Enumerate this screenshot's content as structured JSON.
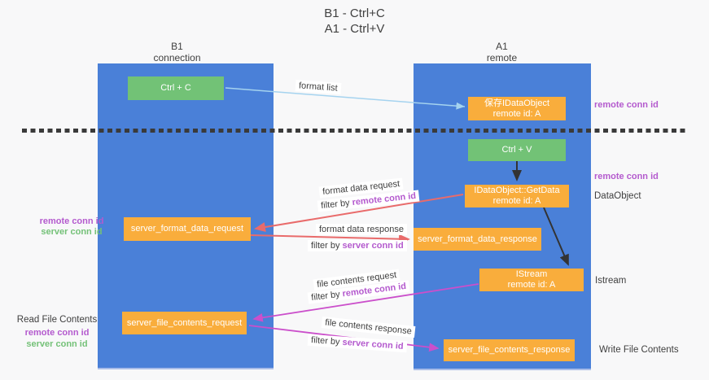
{
  "title": {
    "line1": "B1 - Ctrl+C",
    "line2": "A1 - Ctrl+V"
  },
  "lanes": {
    "left": {
      "title": "B1",
      "subtitle": "connection"
    },
    "right": {
      "title": "A1",
      "subtitle": "remote"
    }
  },
  "nodes": {
    "ctrl_c": {
      "label": "Ctrl + C"
    },
    "save_idataobject": {
      "line1": "保存IDataObject",
      "line2": "remote id: A"
    },
    "ctrl_v": {
      "label": "Ctrl + V"
    },
    "getdata": {
      "line1": "IDataObject::GetData",
      "line2": "remote id: A"
    },
    "format_request": {
      "label": "server_format_data_request"
    },
    "format_response": {
      "label": "server_format_data_response"
    },
    "istream": {
      "line1": "IStream",
      "line2": "remote id: A"
    },
    "file_request": {
      "label": "server_file_contents_request"
    },
    "file_response": {
      "label": "server_file_contents_response"
    }
  },
  "edge_labels": {
    "format_list": "format list",
    "format_data_request": "format data request",
    "format_data_response": "format data response",
    "file_contents_request": "file contents request",
    "file_contents_response": "file contents response",
    "filter_by": "filter by ",
    "remote_conn_id": "remote conn id",
    "server_conn_id": "server conn id"
  },
  "side_labels": {
    "remote_conn_id_top": "remote conn id",
    "remote_conn_id_mid": "remote conn id",
    "dataobject": "DataObject",
    "istream": "Istream",
    "write_file_contents": "Write File Contents",
    "read_file_contents": "Read File Contents",
    "left_remote_conn_id": "remote conn id",
    "left_server_conn_id": "server conn id",
    "bottom_remote_conn_id": "remote conn id",
    "bottom_server_conn_id": "server conn id"
  },
  "colors": {
    "lane_blue": "#4a80d8",
    "box_green": "#72c276",
    "box_orange": "#f9ad3c",
    "arrow_blue": "#a5d3ef",
    "arrow_red": "#e96b6b",
    "arrow_magenta": "#cb4fcb",
    "arrow_black": "#333333",
    "conn_id_purple": "#b45ace",
    "conn_id_green": "#74c178",
    "dashed_line": "#3a3a3a"
  }
}
